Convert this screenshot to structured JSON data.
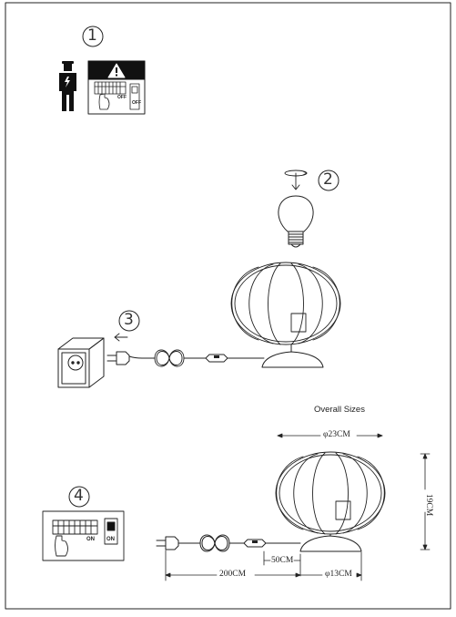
{
  "steps": {
    "s1": "1",
    "s2": "2",
    "s3": "3",
    "s4": "4"
  },
  "labels": {
    "off_a": "OFF",
    "off_b": "OFF",
    "on_a": "ON",
    "on_b": "ON",
    "overall_sizes": "Overall Sizes"
  },
  "dimensions": {
    "width": "φ23CM",
    "height": "19CM",
    "cable": "200CM",
    "switch_cable": "50CM",
    "base": "φ13CM"
  },
  "icons": {
    "electrician": "electrician-icon",
    "warning": "warning-icon",
    "bulb": "light-bulb-icon",
    "rotate": "rotate-arrow-icon",
    "socket": "wall-socket-icon",
    "plug": "plug-icon"
  }
}
